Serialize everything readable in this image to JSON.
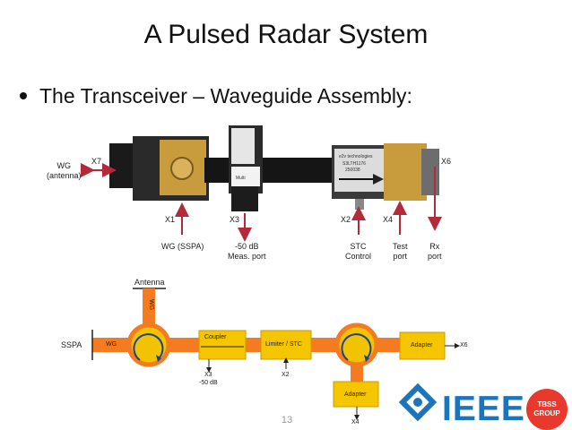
{
  "slide": {
    "title": "A Pulsed Radar System",
    "bullet": "The Transceiver – Waveguide Assembly:",
    "page_number": "13"
  },
  "photo_labels": {
    "wg_antenna": [
      "WG",
      "(antenna)"
    ],
    "x7": "X7",
    "x1": "X1",
    "x3": "X3",
    "x2": "X2",
    "x4": "X4",
    "x6": "X6",
    "wg_sspa": "WG (SSPA)",
    "meas_port": [
      "-50 dB",
      "Meas. port"
    ],
    "stc_control": [
      "STC",
      "Control"
    ],
    "test_port": [
      "Test",
      "port"
    ],
    "rx_port": [
      "Rx",
      "port"
    ],
    "component_text": [
      "e2v technologies",
      "S3LTH1176",
      "250038"
    ],
    "switch_text": "Multi"
  },
  "diagram_labels": {
    "antenna": "Antenna",
    "wg_vertical": "WG",
    "sspa": "SSPA",
    "wg_horizontal": "WG",
    "coupler": "Coupler",
    "limiter": "Limiter / STC",
    "adapter_right": "Adapter",
    "adapter_bottom": "Adapter",
    "x6": "X6",
    "x3": "X3",
    "minus50": "-50 dB",
    "x2": "X2",
    "x4": "X4"
  },
  "logos": {
    "ieee": "IEEE",
    "tbss_line1": "TBSS",
    "tbss_line2": "GROUP"
  },
  "colors": {
    "waveguide": "#f47b20",
    "block": "#f5c500",
    "circulator": "#f2c300",
    "arrow_red": "#b52a3a",
    "ieee_blue": "#1b75bc",
    "tbss_red": "#e8392c"
  }
}
